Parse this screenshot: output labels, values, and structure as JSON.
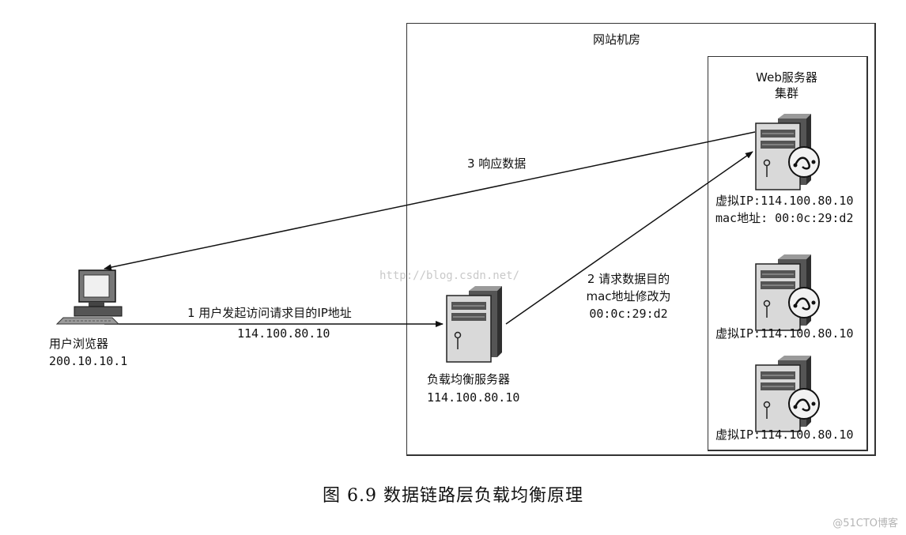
{
  "room": {
    "title": "网站机房"
  },
  "cluster": {
    "title_line1": "Web服务器",
    "title_line2": "集群"
  },
  "servers": [
    {
      "ip_label": "虚拟IP:114.100.80.10",
      "mac_label": "mac地址: 00:0c:29:d2"
    },
    {
      "ip_label": "虚拟IP:114.100.80.10"
    },
    {
      "ip_label": "虚拟IP:114.100.80.10"
    }
  ],
  "browser": {
    "name": "用户浏览器",
    "ip": "200.10.10.1"
  },
  "load_balancer": {
    "name": "负载均衡服务器",
    "ip": "114.100.80.10"
  },
  "steps": {
    "step1": {
      "line1": "1 用户发起访问请求目的IP地址",
      "line2": "114.100.80.10"
    },
    "step2": {
      "line1": "2 请求数据目的",
      "line2": "mac地址修改为",
      "line3": "00:0c:29:d2"
    },
    "step3": {
      "line1": "3 响应数据"
    }
  },
  "watermark": "http://blog.csdn.net/",
  "caption": "图 6.9   数据链路层负载均衡原理",
  "corner_mark": "@51CTO博客",
  "icons": {
    "browser": "computer-icon",
    "load_balancer": "server-icon",
    "web_server": "server-icon",
    "network": "network-globe-icon"
  }
}
